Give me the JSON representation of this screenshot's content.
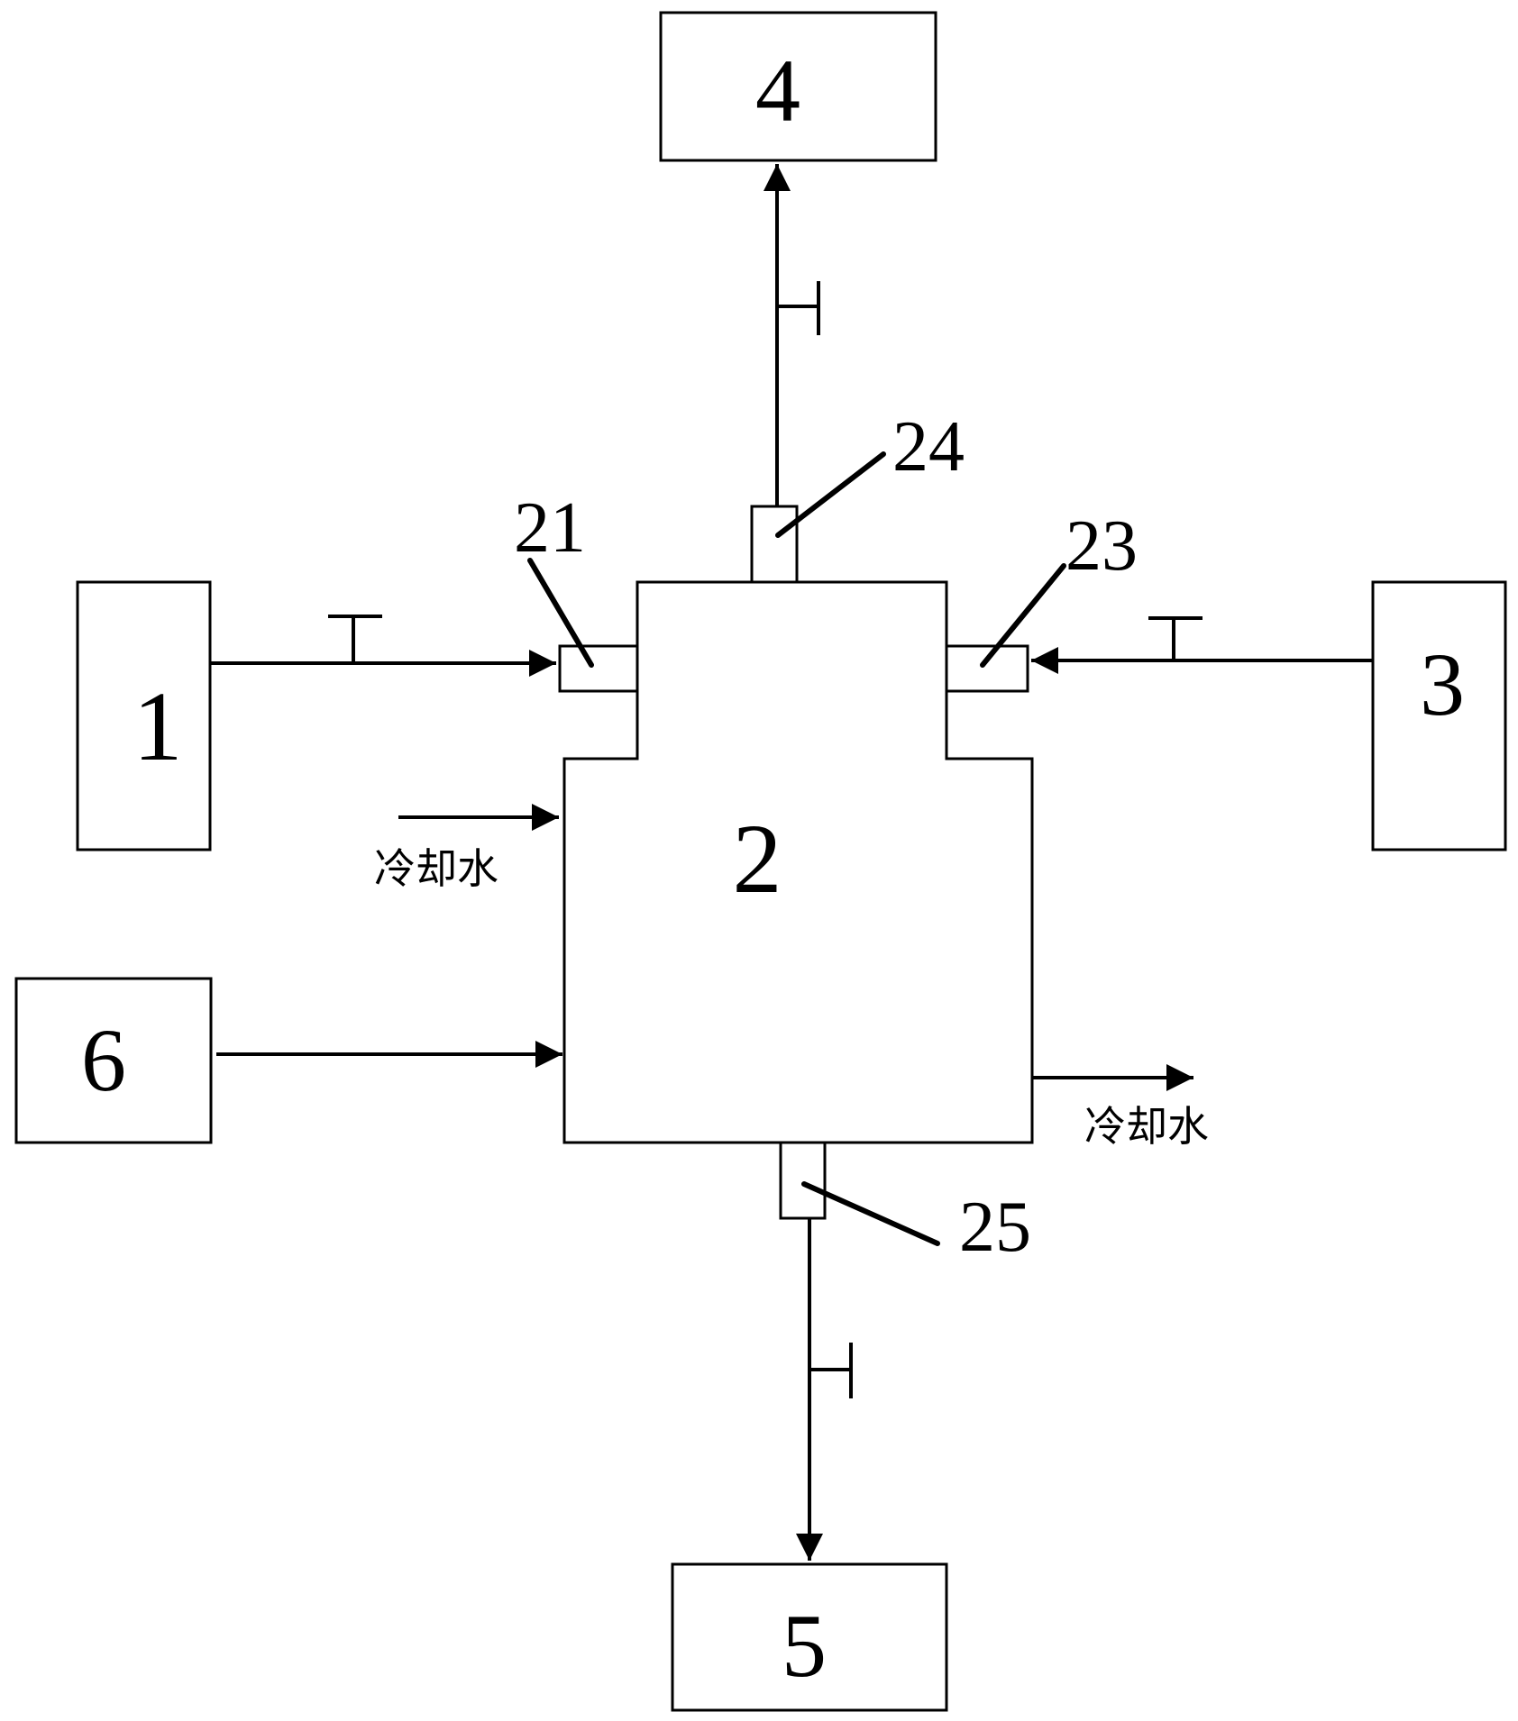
{
  "labels": {
    "box1": "1",
    "box2": "2",
    "box3": "3",
    "box4": "4",
    "box5": "5",
    "box6": "6",
    "port21": "21",
    "port23": "23",
    "port24": "24",
    "port25": "25",
    "cooling_water_in": "冷却水",
    "cooling_water_out": "冷却水"
  },
  "colors": {
    "line": "#000000",
    "background": "#ffffff"
  }
}
